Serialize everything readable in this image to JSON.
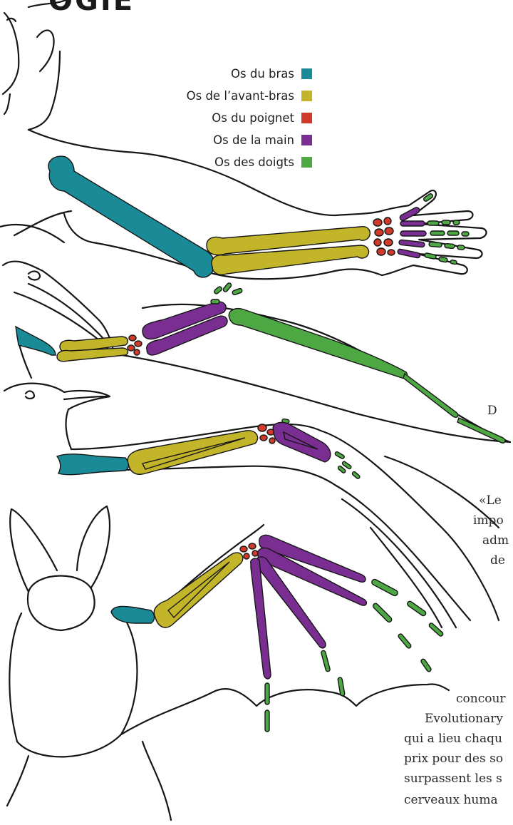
{
  "header": {
    "partial_title": "OGIE"
  },
  "legend": {
    "items": [
      {
        "label": "Os du bras",
        "color": "#1a8a96",
        "icon": "teal-square"
      },
      {
        "label": "Os de l’avant-bras",
        "color": "#c3b52a",
        "icon": "olive-square"
      },
      {
        "label": "Os du poignet",
        "color": "#cf3a2b",
        "icon": "red-square"
      },
      {
        "label": "Os de la main",
        "color": "#7b2e92",
        "icon": "purple-square"
      },
      {
        "label": "Os des doigts",
        "color": "#4da843",
        "icon": "green-square"
      }
    ]
  },
  "text_fragments": [
    "D",
    "«Le",
    "impo",
    "adm",
    "de",
    "concour",
    "Evolutionary",
    "qui a lieu chaqu",
    "prix pour des so",
    "surpassent les s",
    "cerveaux huma"
  ]
}
